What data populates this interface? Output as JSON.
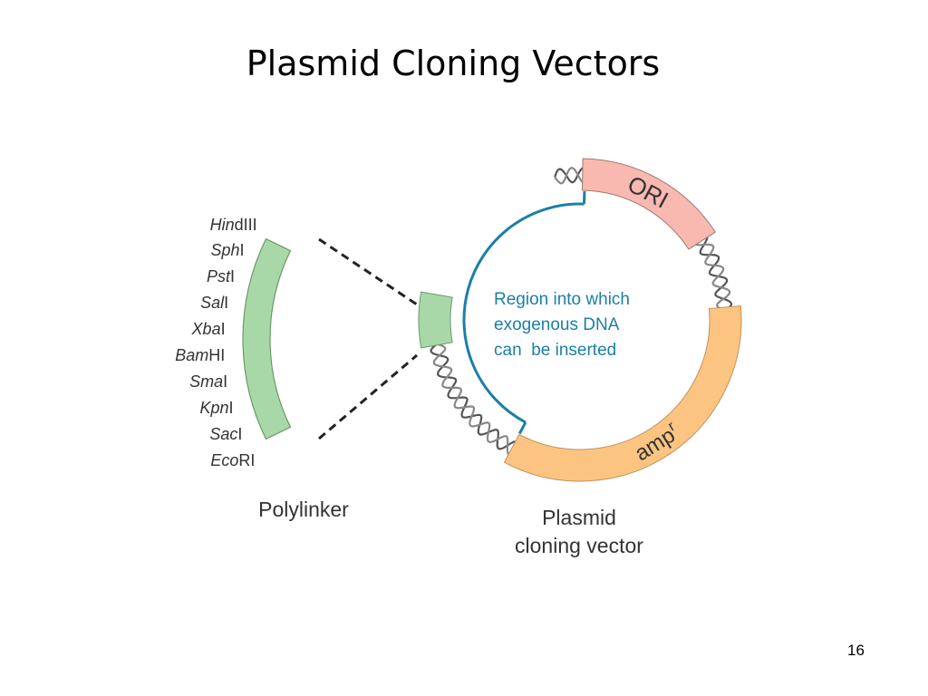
{
  "slide": {
    "title": "Plasmid Cloning Vectors",
    "page_number": "16"
  },
  "polylinker": {
    "label": "Polylinker",
    "color": "#a8d8a8",
    "sites": [
      {
        "italic": "Hin",
        "plain": "dIII"
      },
      {
        "italic": "Sph",
        "plain": "I"
      },
      {
        "italic": "Pst",
        "plain": "I"
      },
      {
        "italic": "Sal",
        "plain": "I"
      },
      {
        "italic": "Xba",
        "plain": "I"
      },
      {
        "italic": "Bam",
        "plain": "HI"
      },
      {
        "italic": "Sma",
        "plain": "I"
      },
      {
        "italic": "Kpn",
        "plain": "I"
      },
      {
        "italic": "Sac",
        "plain": "I"
      },
      {
        "italic": "Eco",
        "plain": "RI"
      }
    ]
  },
  "plasmid": {
    "label_line1": "Plasmid",
    "label_line2": "cloning vector",
    "ori_label": "ORI",
    "ori_color": "#f9b8b0",
    "amp_label": "amp",
    "amp_superscript": "r",
    "amp_color": "#fbc480",
    "region_text": [
      "Region into which",
      "exogenous DNA",
      "can  be inserted"
    ],
    "region_color": "#1a7fa8"
  }
}
